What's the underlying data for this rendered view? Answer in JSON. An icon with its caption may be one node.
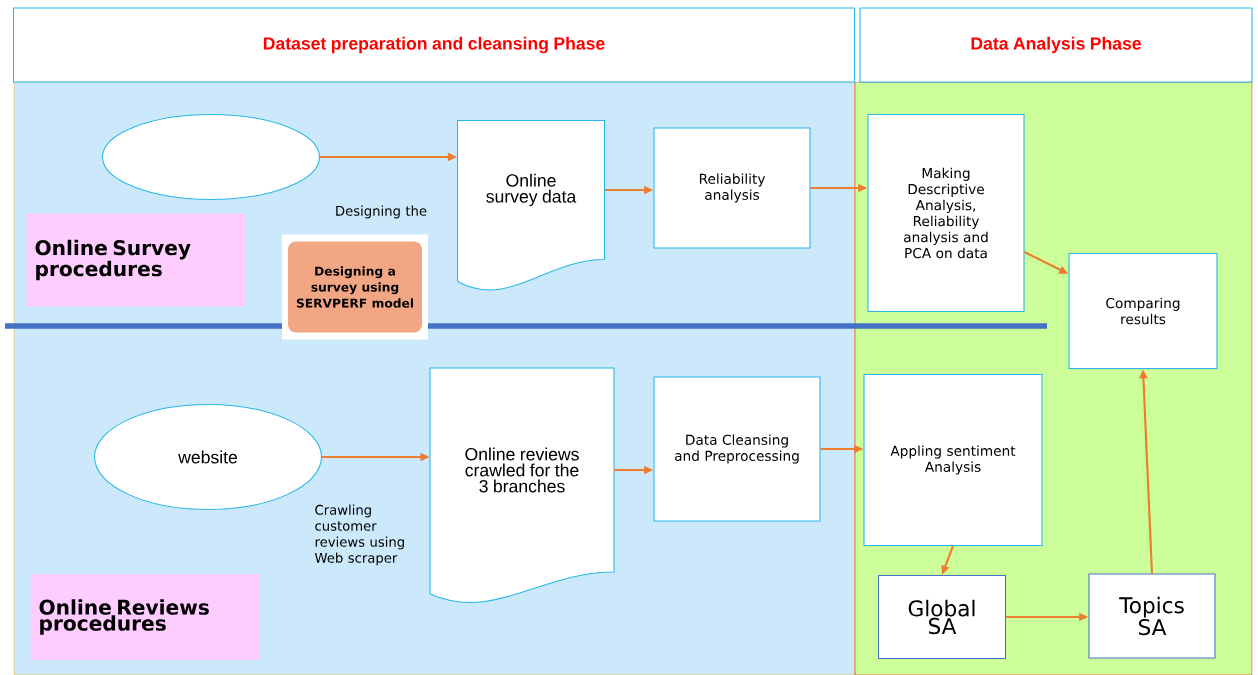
{
  "diagram": {
    "nodes": [
      {
        "text": [
          "Dataset preparation and cleansing Phase"
        ]
      },
      {
        "text": [
          "Data Analysis Phase"
        ]
      },
      {
        "text": [],
        "shape": "ellipse"
      },
      {
        "text": [
          "Online survey data"
        ]
      },
      {
        "text": [
          "Reliability analysis"
        ]
      },
      {
        "text": [
          "Making Descriptive Analysis, Reliability analysis and PCA on data"
        ]
      },
      {
        "text": [
          "Comparing results"
        ]
      },
      {
        "text": [
          "Online Survey procedures"
        ]
      },
      {
        "text": [
          "Designing a survey using SERVPERF model"
        ]
      },
      {
        "text": [
          "website"
        ]
      },
      {
        "text": [
          "Online reviews crawled for the 3 branches"
        ]
      },
      {
        "text": [
          "Data Cleansing and Preprocessing"
        ]
      },
      {
        "text": [
          "Appling sentiment Analysis"
        ]
      },
      {
        "text": [
          "Global SA"
        ]
      },
      {
        "text": [
          "Topics SA"
        ]
      },
      {
        "text": [
          "Online Reviews procedures"
        ]
      }
    ],
    "edges": [
      {
        "from": 2,
        "to": 3,
        "arrow": "to"
      },
      {
        "from": 3,
        "to": 4,
        "arrow": "to"
      },
      {
        "from": 4,
        "to": 5,
        "arrow": "to"
      },
      {
        "from": 5,
        "to": 6,
        "arrow": "to"
      },
      {
        "from": 9,
        "to": 10,
        "arrow": "to"
      },
      {
        "from": 10,
        "to": 11,
        "arrow": "to"
      },
      {
        "from": 11,
        "to": 12,
        "arrow": "to"
      },
      {
        "from": 12,
        "to": 13,
        "arrow": "to"
      },
      {
        "from": 13,
        "to": 14,
        "arrow": "to"
      },
      {
        "from": 14,
        "to": 6,
        "arrow": "to"
      }
    ],
    "labels": [
      "Designing the",
      "Crawling customer reviews using Web scraper"
    ]
  }
}
